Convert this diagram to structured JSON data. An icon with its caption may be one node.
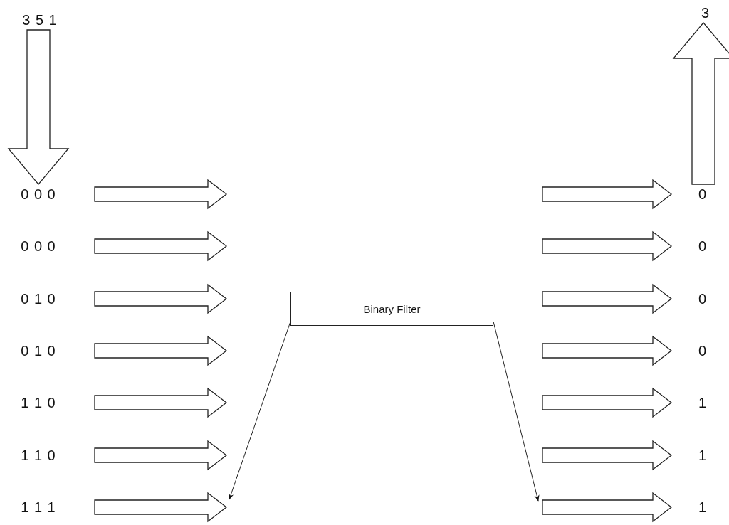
{
  "diagram": {
    "nodes": [
      {
        "text": [
          "3 5 1"
        ]
      },
      {
        "text": [
          "0 0 0"
        ]
      },
      {
        "text": [
          "0 0 0"
        ]
      },
      {
        "text": [
          "0 1 0"
        ]
      },
      {
        "text": [
          "0 1 0"
        ]
      },
      {
        "text": [
          "1 1 0"
        ]
      },
      {
        "text": [
          "1 1 0"
        ]
      },
      {
        "text": [
          "1 1 1"
        ]
      },
      {
        "text": [
          "Binary Filter"
        ]
      },
      {
        "text": [
          "0"
        ]
      },
      {
        "text": [
          "0"
        ]
      },
      {
        "text": [
          "0"
        ]
      },
      {
        "text": [
          "0"
        ]
      },
      {
        "text": [
          "1"
        ]
      },
      {
        "text": [
          "1"
        ]
      },
      {
        "text": [
          "1"
        ]
      },
      {
        "text": [
          "3"
        ]
      }
    ],
    "edges": [
      {
        "from": 0,
        "to": 1,
        "arrow": "to",
        "style": "thick"
      },
      {
        "from": 9,
        "to": 16,
        "arrow": "to",
        "style": "thick"
      },
      {
        "from": 8,
        "to": null,
        "arrow": "to"
      },
      {
        "from": 8,
        "to": null,
        "arrow": "to"
      }
    ]
  }
}
